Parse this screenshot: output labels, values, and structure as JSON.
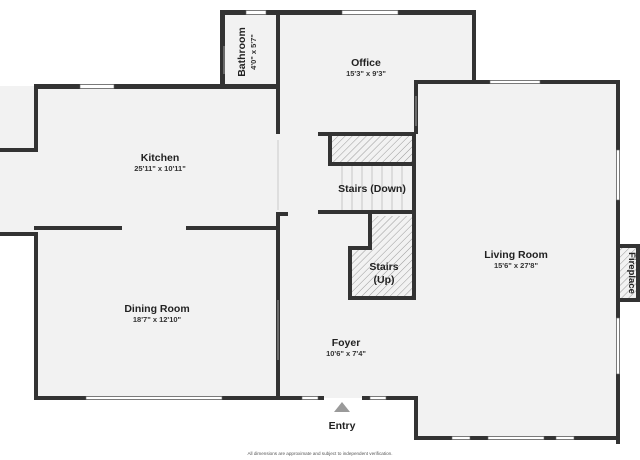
{
  "rooms": {
    "bathroom": {
      "name": "Bathroom",
      "dims": "4'0\" x 5'7\""
    },
    "office": {
      "name": "Office",
      "dims": "15'3\" x 9'3\""
    },
    "kitchen": {
      "name": "Kitchen",
      "dims": "25'11\" x 10'11\""
    },
    "stairs_down": {
      "name": "Stairs (Down)"
    },
    "stairs_up": {
      "name_line1": "Stairs",
      "name_line2": "(Up)"
    },
    "living_room": {
      "name": "Living Room",
      "dims": "15'6\" x 27'8\""
    },
    "fireplace": {
      "name": "Fireplace"
    },
    "dining_room": {
      "name": "Dining Room",
      "dims": "18'7\" x 12'10\""
    },
    "foyer": {
      "name": "Foyer",
      "dims": "10'6\" x 7'4\""
    }
  },
  "entry": {
    "label": "Entry"
  },
  "footer": {
    "disclaimer": "All dimensions are approximate and subject to independent verification."
  },
  "colors": {
    "wall": "#333333",
    "floor": "#f2f2f2",
    "hatch": "#999999",
    "window": "#ffffff"
  }
}
